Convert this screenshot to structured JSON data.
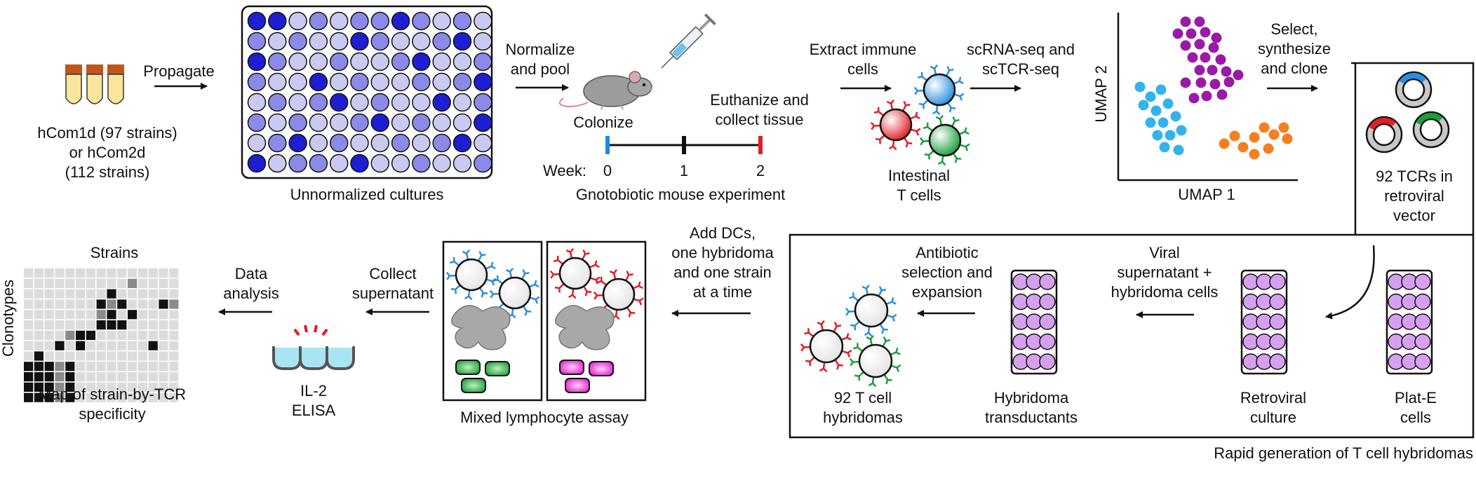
{
  "colors": {
    "plate_dark": "#1e1ed2",
    "plate_mid": "#8a8ae8",
    "plate_light": "#c9c9f2",
    "purple_well": "#d79ff0",
    "t_blue": "#2a8ee0",
    "t_red": "#e21d25",
    "t_green": "#1a9e3a",
    "cluster_cyan": "#33b3ec",
    "cluster_purple": "#9a1aa6",
    "cluster_orange": "#f57f1e",
    "week0": "#1a8be8",
    "week2": "#e21d25"
  },
  "labels": {
    "strains_source": [
      "hCom1d (97 strains)",
      "or hCom2d",
      "(112 strains)"
    ],
    "propagate": "Propagate",
    "unnormalized": "Unnormalized cultures",
    "normalize": [
      "Normalize",
      "and pool"
    ],
    "colonize": "Colonize",
    "euthanize": [
      "Euthanize and",
      "collect tissue"
    ],
    "week_label": "Week:",
    "weeks": [
      "0",
      "1",
      "2"
    ],
    "gnotobiotic": "Gnotobiotic mouse experiment",
    "extract": [
      "Extract immune",
      "cells"
    ],
    "intestinal": [
      "Intestinal",
      "T cells"
    ],
    "scrna": [
      "scRNA-seq and",
      "scTCR-seq"
    ],
    "umap1": "UMAP 1",
    "umap2": "UMAP 2",
    "select": [
      "Select,",
      "synthesize",
      "and clone"
    ],
    "tcrs": [
      "92 TCRs in",
      "retroviral",
      "vector"
    ],
    "plate_e": [
      "Plat-E",
      "cells"
    ],
    "viral": [
      "Viral",
      "supernatant +",
      "hybridoma cells"
    ],
    "retroviral_culture": [
      "Retroviral",
      "culture"
    ],
    "antibiotic": [
      "Antibiotic",
      "selection and",
      "expansion"
    ],
    "hybridoma_trans": [
      "Hybridoma",
      "transductants"
    ],
    "hybridomas_92": [
      "92 T cell",
      "hybridomas"
    ],
    "rapid": "Rapid generation of T cell hybridomas",
    "add_dcs": [
      "Add DCs,",
      "one hybridoma",
      "and one strain",
      "at a time"
    ],
    "mla": "Mixed lymphocyte assay",
    "collect": [
      "Collect",
      "supernatant"
    ],
    "il2": [
      "IL-2",
      "ELISA"
    ],
    "data_analysis": [
      "Data",
      "analysis"
    ],
    "strains": "Strains",
    "clonotypes": "Clonotypes",
    "map": [
      "Map of strain-by-TCR",
      "specificity"
    ]
  }
}
